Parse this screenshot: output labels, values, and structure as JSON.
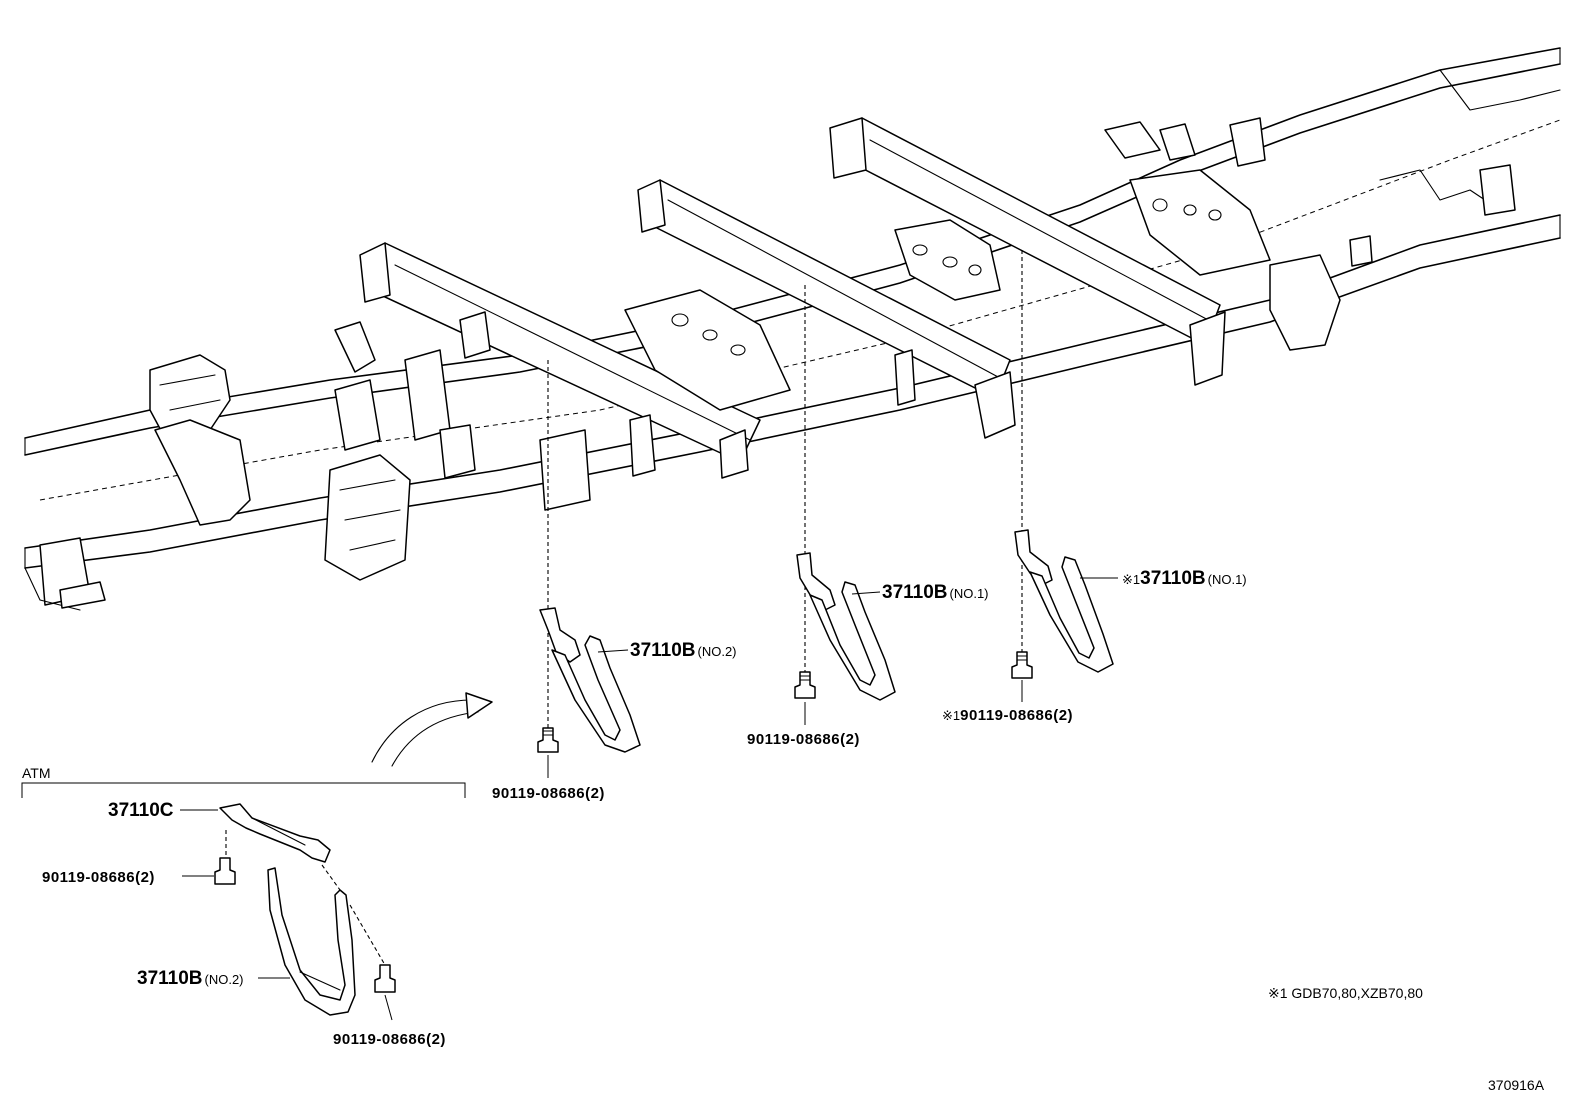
{
  "labels": {
    "band_no2_center": {
      "code": "37110B",
      "suffix": "(NO.2)"
    },
    "band_no1_mid": {
      "code": "37110B",
      "suffix": "(NO.1)"
    },
    "band_no1_right": {
      "mark": "※1",
      "code": "37110B",
      "suffix": "(NO.1)"
    },
    "bolt_center": "90119-08686(2)",
    "bolt_mid": "90119-08686(2)",
    "bolt_right": {
      "mark": "※1",
      "text": "90119-08686(2)"
    },
    "atm_section": "ATM",
    "atm_bracket": "37110C",
    "atm_bolt_upper": "90119-08686(2)",
    "atm_band": {
      "code": "37110B",
      "suffix": "(NO.2)"
    },
    "atm_bolt_lower": "90119-08686(2)"
  },
  "footnote": "※1 GDB70,80,XZB70,80",
  "figure_id": "370916A"
}
